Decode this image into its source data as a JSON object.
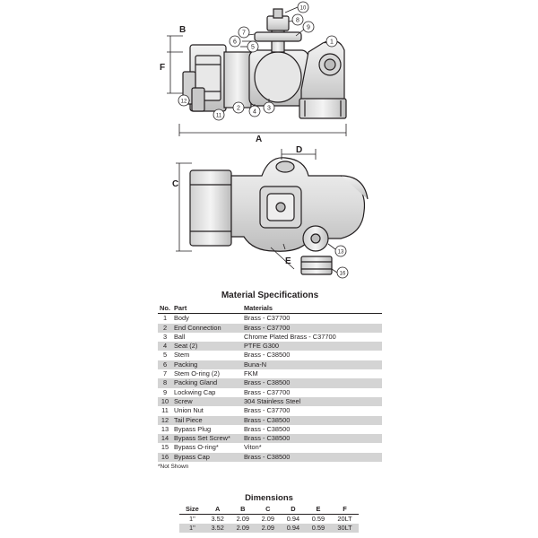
{
  "callouts_top": [
    "1",
    "2",
    "3",
    "4",
    "5",
    "6",
    "7",
    "8",
    "9",
    "10",
    "11",
    "12"
  ],
  "callouts_side": [
    "13",
    "16"
  ],
  "dimension_labels": {
    "a": "A",
    "b": "B",
    "c": "C",
    "d": "D",
    "e": "E",
    "f": "F"
  },
  "spec": {
    "title": "Material Specifications",
    "headers": {
      "no": "No.",
      "part": "Part",
      "materials": "Materials"
    },
    "rows": [
      {
        "no": "1",
        "part": "Body",
        "material": "Brass - C37700"
      },
      {
        "no": "2",
        "part": "End Connection",
        "material": "Brass - C37700"
      },
      {
        "no": "3",
        "part": "Ball",
        "material": "Chrome Plated Brass - C37700"
      },
      {
        "no": "4",
        "part": "Seat (2)",
        "material": "PTFE G300"
      },
      {
        "no": "5",
        "part": "Stem",
        "material": "Brass - C38500"
      },
      {
        "no": "6",
        "part": "Packing",
        "material": "Buna-N"
      },
      {
        "no": "7",
        "part": "Stem O-ring (2)",
        "material": "FKM"
      },
      {
        "no": "8",
        "part": "Packing Gland",
        "material": "Brass - C38500"
      },
      {
        "no": "9",
        "part": "Lockwing Cap",
        "material": "Brass - C37700"
      },
      {
        "no": "10",
        "part": "Screw",
        "material": "304 Stainless Steel"
      },
      {
        "no": "11",
        "part": "Union Nut",
        "material": "Brass - C37700"
      },
      {
        "no": "12",
        "part": "Tail Piece",
        "material": "Brass - C38500"
      },
      {
        "no": "13",
        "part": "Bypass Plug",
        "material": "Brass - C38500"
      },
      {
        "no": "14",
        "part": "Bypass Set Screw*",
        "material": "Brass - C38500"
      },
      {
        "no": "15",
        "part": "Bypass O-ring*",
        "material": "Viton*"
      },
      {
        "no": "16",
        "part": "Bypass Cap",
        "material": "Brass - C38500"
      }
    ],
    "note": "*Not Shown"
  },
  "dims": {
    "title": "Dimensions",
    "headers": [
      "Size",
      "A",
      "B",
      "C",
      "D",
      "E",
      "F"
    ],
    "rows": [
      [
        "1\"",
        "3.52",
        "2.09",
        "2.09",
        "0.94",
        "0.59",
        "20LT"
      ],
      [
        "1\"",
        "3.52",
        "2.09",
        "2.09",
        "0.94",
        "0.59",
        "30LT"
      ]
    ]
  }
}
